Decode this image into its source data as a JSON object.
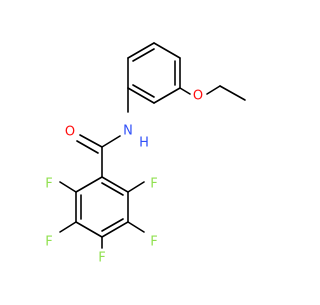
{
  "molecule": {
    "atoms": {
      "oxygen_carbonyl": "O",
      "nitrogen_amide": "N",
      "hydrogen_amide": "H",
      "oxygen_ether": "O",
      "fluorine_1": "F",
      "fluorine_2": "F",
      "fluorine_3": "F",
      "fluorine_4": "F",
      "fluorine_5": "F"
    },
    "colors": {
      "oxygen": "#ff0d0d",
      "nitrogen": "#3050f8",
      "fluorine": "#90e050",
      "bond": "#000000",
      "background": "#ffffff"
    }
  }
}
